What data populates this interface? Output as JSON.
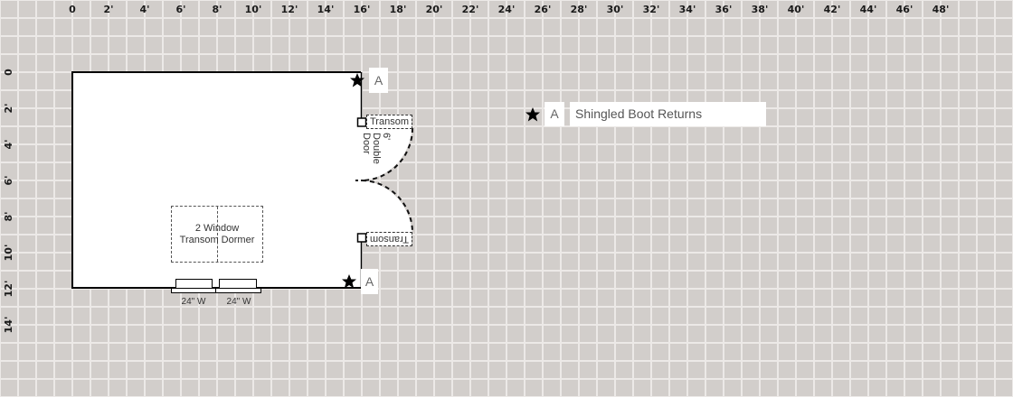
{
  "ruler": {
    "x_ticks": [
      "0",
      "2'",
      "4'",
      "6'",
      "8'",
      "10'",
      "12'",
      "14'",
      "16'",
      "18'",
      "20'",
      "22'",
      "24'",
      "26'",
      "28'",
      "30'",
      "32'",
      "34'",
      "36'",
      "38'",
      "40'",
      "42'",
      "44'",
      "46'",
      "48'"
    ],
    "y_ticks": [
      "0",
      "2'",
      "4'",
      "6'",
      "8'",
      "10'",
      "12'",
      "14'"
    ]
  },
  "plan": {
    "building": {
      "width_ft": 16,
      "depth_ft": 12
    },
    "door": {
      "label": "6'\nDouble\nDoor",
      "width_ft": 6
    },
    "transoms": [
      {
        "label": "Transom",
        "position": "top"
      },
      {
        "label": "Transom",
        "position": "bottom"
      }
    ],
    "dormer": {
      "label_line1": "2 Window",
      "label_line2": "Transom Dormer"
    },
    "windows": [
      {
        "label": "24\" W"
      },
      {
        "label": "24\" W"
      }
    ],
    "markers": [
      {
        "label": "A",
        "position": "top-right-corner"
      },
      {
        "label": "A",
        "position": "bottom-right-corner"
      }
    ]
  },
  "legend": {
    "items": [
      {
        "icon": "star-icon",
        "key": "A",
        "description": "Shingled Boot Returns"
      }
    ]
  },
  "colors": {
    "background": "#d2cecb",
    "grid_line": "#ece9e7",
    "wall": "#000000",
    "room_fill": "#ffffff"
  }
}
